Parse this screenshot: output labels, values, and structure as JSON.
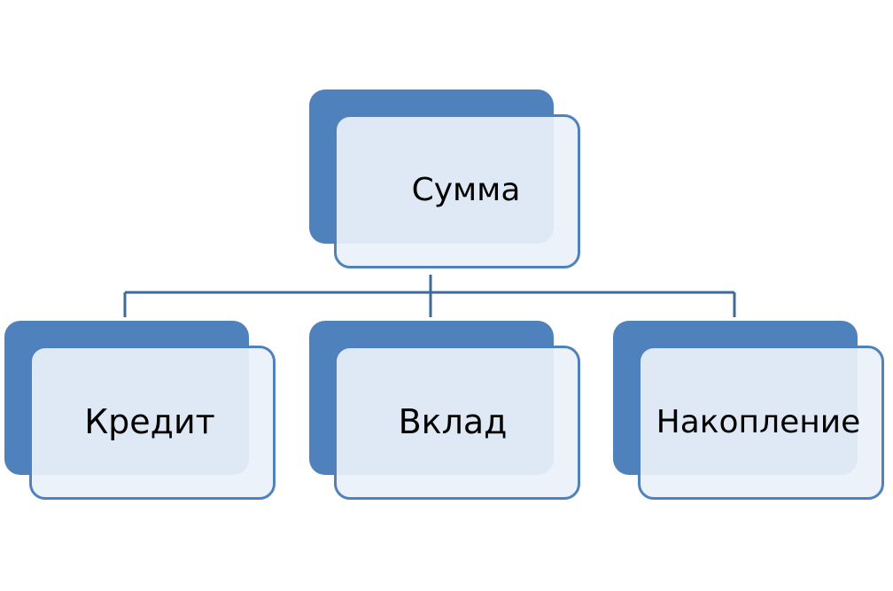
{
  "diagram": {
    "root": {
      "label": "Сумма"
    },
    "children": [
      {
        "label": "Кредит"
      },
      {
        "label": "Вклад"
      },
      {
        "label": "Накопление"
      }
    ]
  },
  "colors": {
    "accent": "#4f81bd",
    "box_fill": "#ebf1fa",
    "connector": "#3e6a9a",
    "text": "#000000"
  }
}
